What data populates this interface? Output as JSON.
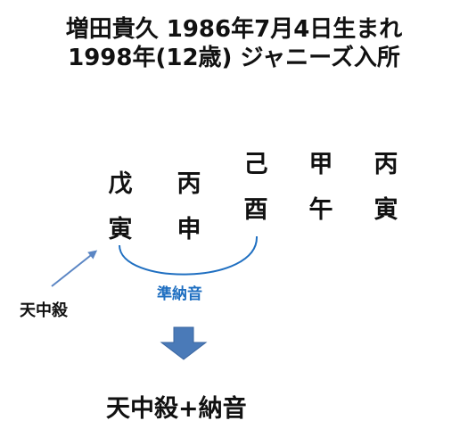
{
  "title": {
    "line1": "増田貴久 1986年7月4日生まれ",
    "line2": "1998年(12歳) ジャニーズ入所"
  },
  "pillars": [
    {
      "stem": "戊",
      "branch": "寅"
    },
    {
      "stem": "丙",
      "branch": "申"
    },
    {
      "stem": "己",
      "branch": "酉"
    },
    {
      "stem": "甲",
      "branch": "午"
    },
    {
      "stem": "丙",
      "branch": "寅"
    }
  ],
  "labels": {
    "tenchusatsu": "天中殺",
    "jun_nacchin": "準納音"
  },
  "conclusion": "天中殺+納音",
  "colors": {
    "text": "#111111",
    "bracket": "#1f6fc1",
    "bracket_label": "#1f6fc1",
    "pointer_arrow": "#5b86c4",
    "down_arrow_fill": "#4a7ab8",
    "down_arrow_stroke": "#3a65a0"
  }
}
